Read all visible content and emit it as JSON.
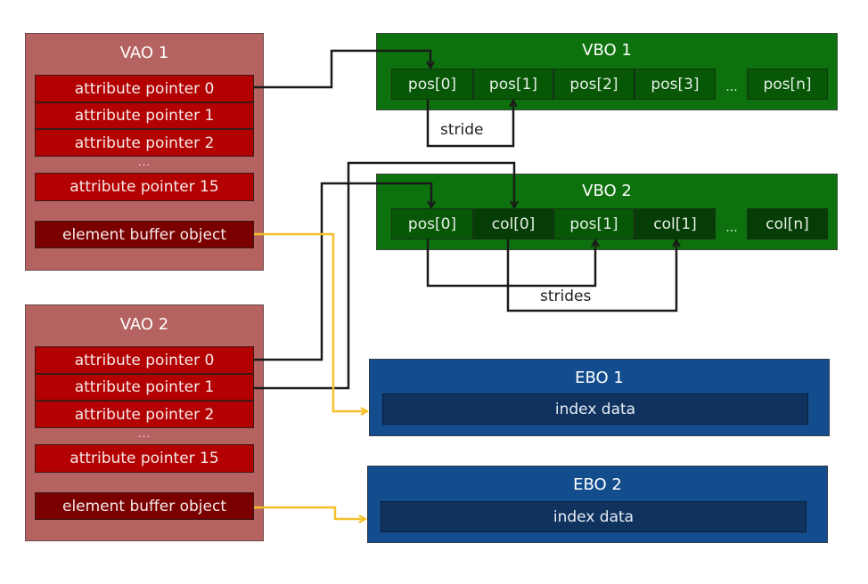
{
  "vaos": [
    {
      "title": "VAO 1",
      "attributes": [
        "attribute pointer 0",
        "attribute pointer 1",
        "attribute pointer 2"
      ],
      "ellipsis": "...",
      "last_attribute": "attribute pointer 15",
      "ebo_label": "element buffer object"
    },
    {
      "title": "VAO 2",
      "attributes": [
        "attribute pointer 0",
        "attribute pointer 1",
        "attribute pointer 2"
      ],
      "ellipsis": "...",
      "last_attribute": "attribute pointer 15",
      "ebo_label": "element buffer object"
    }
  ],
  "vbos": [
    {
      "title": "VBO 1",
      "cells": [
        "pos[0]",
        "pos[1]",
        "pos[2]",
        "pos[3]"
      ],
      "ellipsis": "...",
      "last_cell": "pos[n]",
      "annotation": "stride"
    },
    {
      "title": "VBO 2",
      "cells": [
        "pos[0]",
        "col[0]",
        "pos[1]",
        "col[1]"
      ],
      "ellipsis": "...",
      "last_cell": "col[n]",
      "annotation": "strides"
    }
  ],
  "ebos": [
    {
      "title": "EBO 1",
      "content": "index data"
    },
    {
      "title": "EBO 2",
      "content": "index data"
    }
  ],
  "colors": {
    "vao_bg": "#b56361",
    "attribute_bg": "#b30000",
    "ebo_ref_bg": "#7a0000",
    "vbo_bg": "#0d720d",
    "ebo_bg": "#144d8e",
    "pointer_line": "#1a1a1a",
    "ebo_line": "#f5c02a"
  }
}
